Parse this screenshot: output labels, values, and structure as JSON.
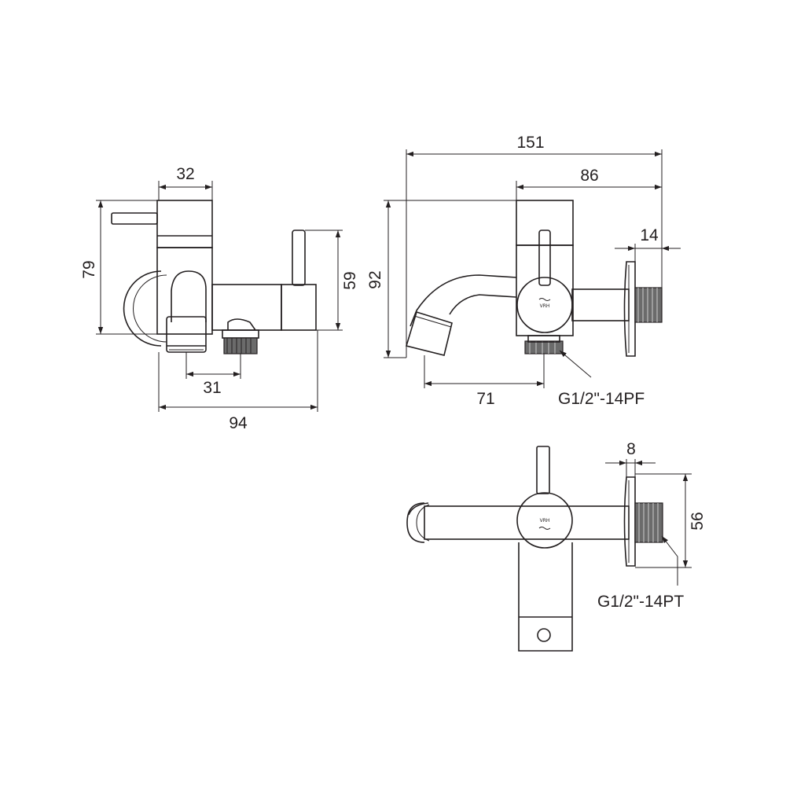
{
  "dimensions": {
    "side_top_width": "32",
    "side_height": "79",
    "side_lever_height": "59",
    "side_outlet_spacing": "31",
    "side_total_depth": "94",
    "front_total_width": "151",
    "front_body_to_wall": "86",
    "front_flange": "14",
    "front_height": "92",
    "front_spout_reach": "71",
    "top_flange": "8",
    "top_flange_dia": "56"
  },
  "threads": {
    "outlet_thread": "G1/2\"-14PF",
    "inlet_thread": "G1/2\"-14PT"
  },
  "brand": {
    "logo_text": "VRH"
  }
}
